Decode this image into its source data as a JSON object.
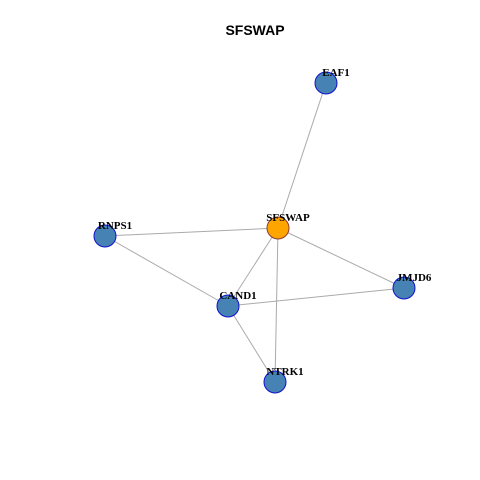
{
  "title": "SFSWAP",
  "colors": {
    "center_fill": "#FFA500",
    "center_stroke": "#8B3A3A",
    "node_fill": "#4682B4",
    "node_stroke": "#1010CC",
    "edge": "#AAAAAA"
  },
  "nodes": [
    {
      "id": "SFSWAP",
      "label": "SFSWAP",
      "role": "center"
    },
    {
      "id": "EAF1",
      "label": "EAF1",
      "role": "neighbor"
    },
    {
      "id": "RNPS1",
      "label": "RNPS1",
      "role": "neighbor"
    },
    {
      "id": "CAND1",
      "label": "CAND1",
      "role": "neighbor"
    },
    {
      "id": "JMJD6",
      "label": "JMJD6",
      "role": "neighbor"
    },
    {
      "id": "NTRK1",
      "label": "NTRK1",
      "role": "neighbor"
    }
  ],
  "edges": [
    [
      "SFSWAP",
      "EAF1"
    ],
    [
      "SFSWAP",
      "RNPS1"
    ],
    [
      "SFSWAP",
      "CAND1"
    ],
    [
      "SFSWAP",
      "JMJD6"
    ],
    [
      "SFSWAP",
      "NTRK1"
    ],
    [
      "RNPS1",
      "CAND1"
    ],
    [
      "CAND1",
      "JMJD6"
    ],
    [
      "CAND1",
      "NTRK1"
    ]
  ]
}
